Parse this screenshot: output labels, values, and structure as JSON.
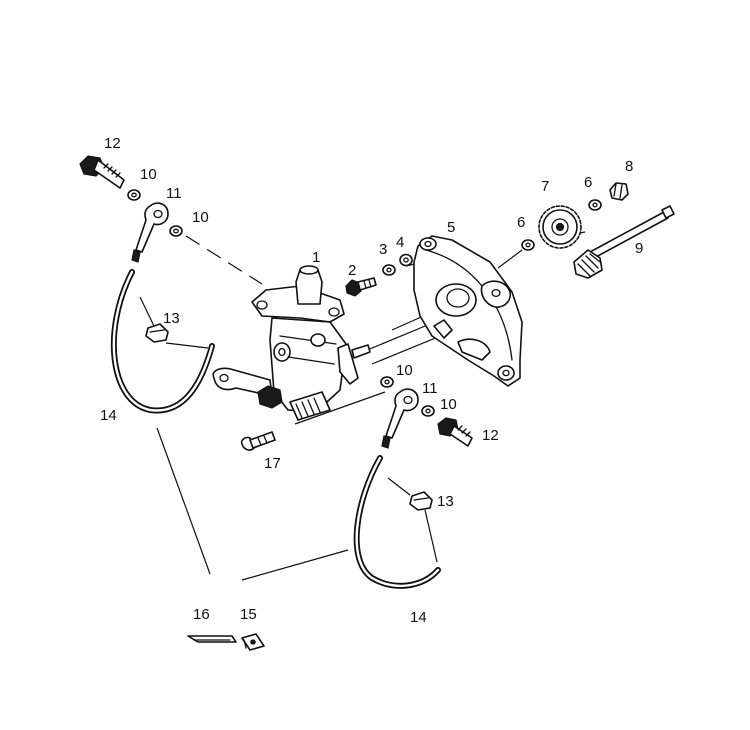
{
  "callouts": {
    "c1": "1",
    "c2": "2",
    "c3": "3",
    "c4": "4",
    "c5": "5",
    "c6a": "6",
    "c6b": "6",
    "c7": "7",
    "c8": "8",
    "c9": "9",
    "c10a": "10",
    "c10b": "10",
    "c10c": "10",
    "c10d": "10",
    "c11a": "11",
    "c11b": "11",
    "c12a": "12",
    "c12b": "12",
    "c13a": "13",
    "c13b": "13",
    "c14a": "14",
    "c14b": "14",
    "c15": "15",
    "c16": "16",
    "c17": "17"
  },
  "colors": {
    "ink": "#111111",
    "paper": "#ffffff"
  }
}
